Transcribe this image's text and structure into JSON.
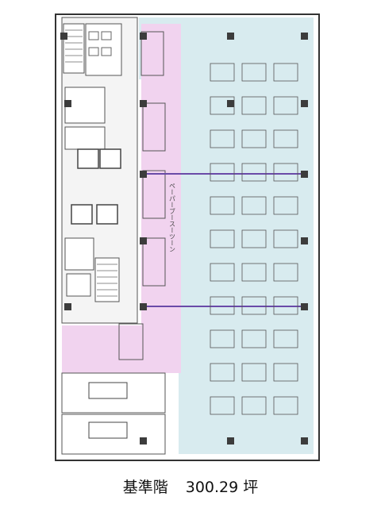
{
  "floor_name": "基準階",
  "area": "300.29 坪",
  "corridor_label": "ペーパーブースーツーン",
  "colors": {
    "office_zone": "#d8ebef",
    "shared_zone": "#f1d3ef",
    "core": "#f2f2f2",
    "wall": "#333333",
    "column": "#3c3c3c",
    "partition_line": "#6a4aa8"
  },
  "icons": [
    "column-icon",
    "desk-cluster-icon",
    "meeting-table-icon",
    "stair-icon",
    "elevator-icon",
    "toilet-icon"
  ]
}
